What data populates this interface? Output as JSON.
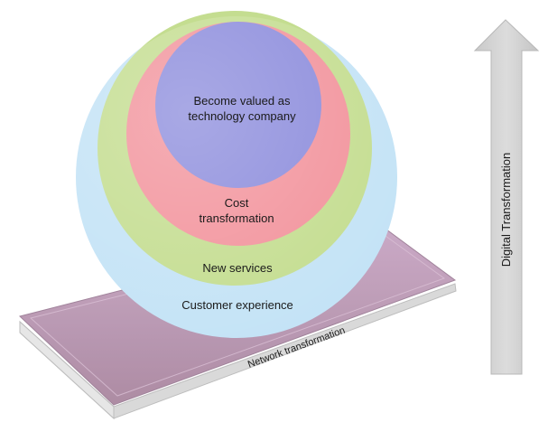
{
  "diagram": {
    "circles": [
      {
        "id": "outer",
        "label": "Customer experience",
        "color": "#c4e3f6"
      },
      {
        "id": "second",
        "label": "New services",
        "color": "#c4dd90"
      },
      {
        "id": "third",
        "label_line1": "Cost",
        "label_line2": "transformation",
        "color": "#f2939c"
      },
      {
        "id": "inner",
        "label_line1": "Become valued as",
        "label_line2": "technology company",
        "color": "#8c8cdc"
      }
    ],
    "platform": {
      "label": "Network transformation",
      "top_color": "#b58fb0",
      "side_color": "#e8e8e8"
    },
    "arrow": {
      "label": "Digital Transformation",
      "color": "#d6d6d6"
    }
  }
}
